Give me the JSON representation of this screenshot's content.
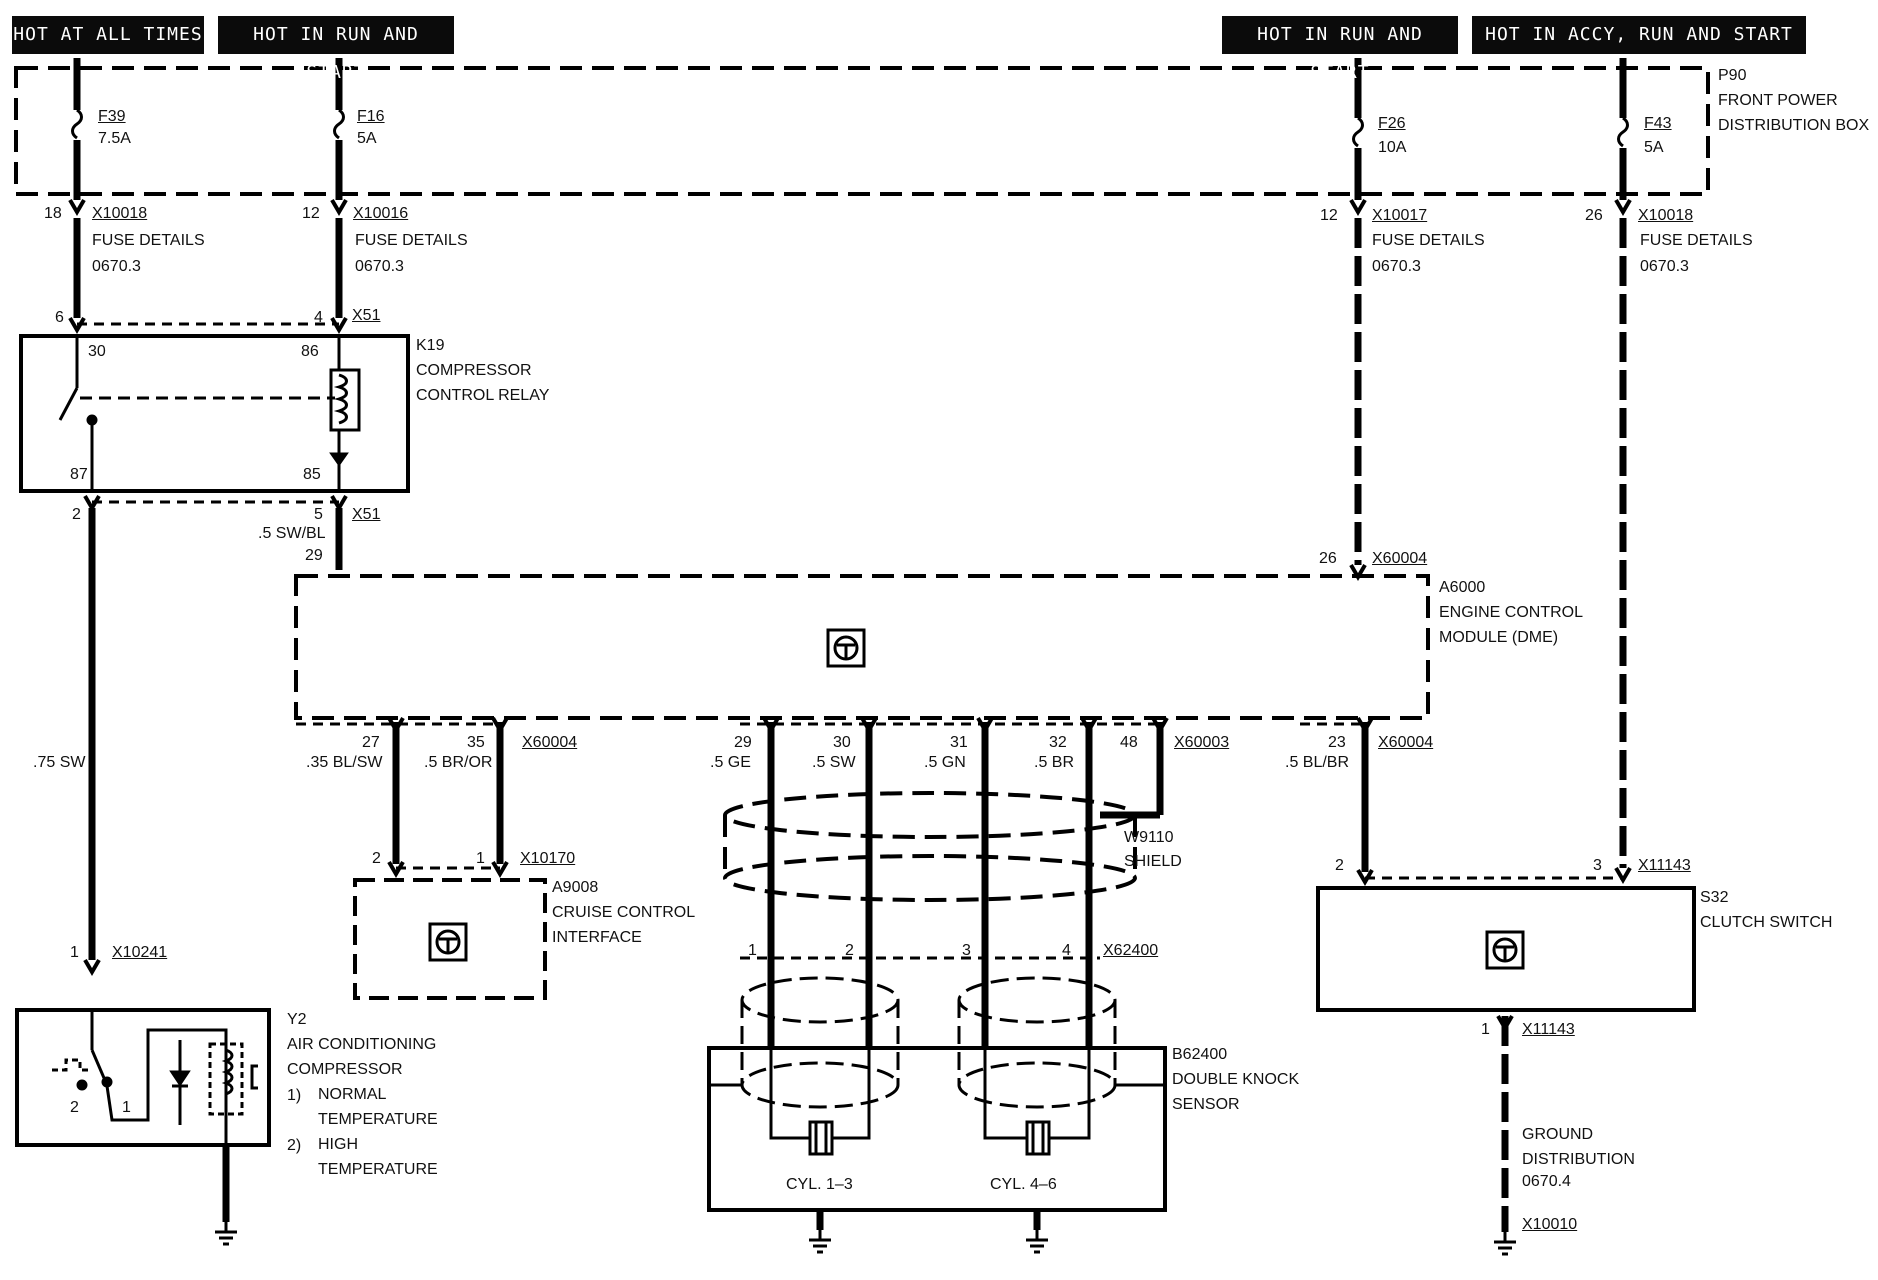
{
  "banners": {
    "hot_at_all_times": "HOT AT ALL TIMES",
    "hot_run_start_1": "HOT IN RUN AND START",
    "hot_run_start_2": "HOT IN RUN AND START",
    "hot_accy_run_start": "HOT IN ACCY, RUN AND  START"
  },
  "power_box": {
    "id": "P90",
    "name": "FRONT POWER\nDISTRIBUTION BOX"
  },
  "fuses": {
    "f39": {
      "id": "F39",
      "rating": "7.5A"
    },
    "f16": {
      "id": "F16",
      "rating": "5A"
    },
    "f26": {
      "id": "F26",
      "rating": "10A"
    },
    "f43": {
      "id": "F43",
      "rating": "5A"
    }
  },
  "fuse_outputs": {
    "a": {
      "pin": "18",
      "connector": "X10018",
      "label": "FUSE DETAILS",
      "ref": "0670.3"
    },
    "b": {
      "pin": "12",
      "connector": "X10016",
      "label": "FUSE DETAILS",
      "ref": "0670.3"
    },
    "c": {
      "pin": "12",
      "connector": "X10017",
      "label": "FUSE DETAILS",
      "ref": "0670.3"
    },
    "d": {
      "pin": "26",
      "connector": "X10018",
      "label": "FUSE DETAILS",
      "ref": "0670.3"
    }
  },
  "relay": {
    "id": "K19",
    "name": "COMPRESSOR\nCONTROL RELAY",
    "connector": "X51",
    "pin_in_left": "6",
    "pin_in_right": "4",
    "terminal_30": "30",
    "terminal_86": "86",
    "terminal_87": "87",
    "terminal_85": "85",
    "pin_out_left": "2",
    "pin_out_right": "5",
    "out_wire": ".5 SW/BL",
    "out_connector": "X51"
  },
  "ecm": {
    "id": "A6000",
    "name": "ENGINE CONTROL\nMODULE (DME)",
    "pin_29": "29",
    "pin_26": "26",
    "conn_top": "X60004",
    "bottom_pins": {
      "p27": "27",
      "p35": "35",
      "conn_left": "X60004",
      "p29": "29",
      "p30": "30",
      "p31": "31",
      "p32": "32",
      "p48": "48",
      "conn_mid": "X60003",
      "p23": "23",
      "conn_right": "X60004"
    }
  },
  "wires": {
    "left": ".75 SW",
    "bl_sw": ".35 BL/SW",
    "br_or": ".5 BR/OR",
    "ge": ".5 GE",
    "sw": ".5 SW",
    "gn": ".5 GN",
    "br": ".5 BR",
    "bl_br": ".5 BL/BR"
  },
  "cruise": {
    "id": "A9008",
    "name": "CRUISE CONTROL\nINTERFACE",
    "connector": "X10170",
    "pin_2": "2",
    "pin_1": "1"
  },
  "shield": {
    "id": "W9110",
    "name": "SHIELD"
  },
  "knock": {
    "id": "B62400",
    "name": "DOUBLE KNOCK\nSENSOR",
    "connector": "X62400",
    "pin_1": "1",
    "pin_2": "2",
    "pin_3": "3",
    "pin_4": "4",
    "cyl_a": "CYL. 1–3",
    "cyl_b": "CYL. 4–6"
  },
  "clutch": {
    "id": "S32",
    "name": "CLUTCH SWITCH",
    "connector_top": "X11143",
    "pin_2": "2",
    "pin_3": "3",
    "pin_bottom": "1",
    "connector_bottom": "X11143"
  },
  "ground": {
    "name": "GROUND\nDISTRIBUTION",
    "ref": "0670.4",
    "connector": "X10010"
  },
  "compressor": {
    "id": "Y2",
    "name": "AIR CONDITIONING\nCOMPRESSOR",
    "connector": "X10241",
    "pin_top": "1",
    "n1": "1)",
    "t1": "NORMAL\nTEMPERATURE",
    "n2": "2)",
    "t2": "HIGH\nTEMPERATURE",
    "sw_2": "2",
    "sw_1": "1"
  }
}
